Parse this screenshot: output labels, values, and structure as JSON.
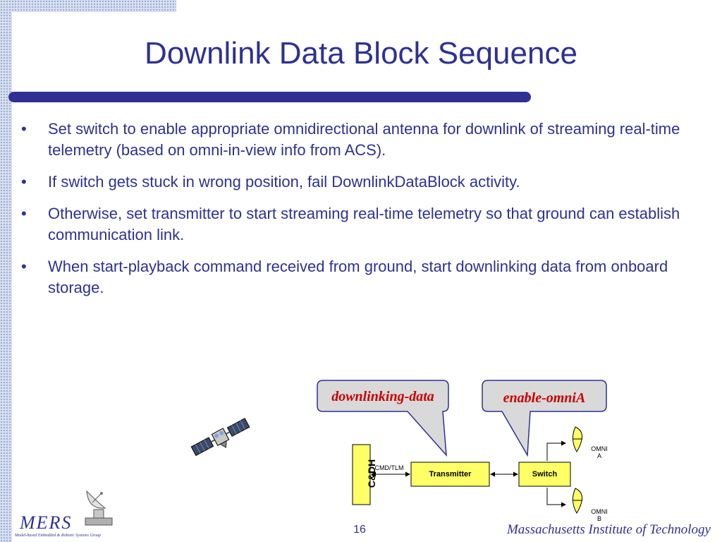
{
  "slide": {
    "title": "Downlink Data Block Sequence",
    "bullets": [
      "Set switch to enable appropriate omnidirectional antenna for downlink of streaming real-time telemetry (based on omni-in-view info from ACS).",
      "If switch gets stuck in wrong position, fail DownlinkDataBlock activity.",
      "Otherwise, set transmitter to start streaming real-time telemetry so that ground can establish communication link.",
      "When start-playback command received from ground, start downlinking data from onboard storage."
    ]
  },
  "diagram": {
    "callout_left": "downlinking-data",
    "callout_right": "enable-omniA",
    "cdh_label": "C&DH",
    "cmd_tlm_label": "CMD/TLM",
    "transmitter_label": "Transmitter",
    "switch_label": "Switch",
    "omni_a_line1": "OMNI",
    "omni_a_line2": "A",
    "omni_b_line1": "OMNI",
    "omni_b_line2": "B"
  },
  "footer": {
    "logo_text": "MERS",
    "logo_subtitle": "Model-based Embedded & Robotic Systems Group",
    "page_number": "16",
    "institution": "Massachusetts Institute of Technology"
  },
  "colors": {
    "accent": "#2e3192",
    "callout_text": "#cc0000",
    "box_fill": "#ffff66",
    "callout_fill": "#d9d9d9"
  }
}
